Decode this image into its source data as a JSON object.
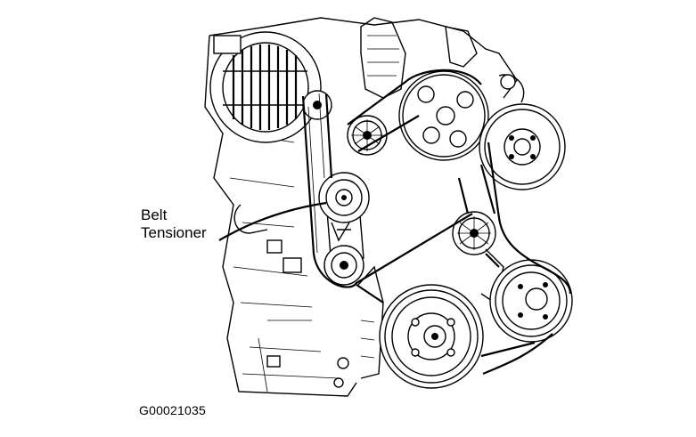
{
  "callout": {
    "line1": "Belt",
    "line2": "Tensioner"
  },
  "figure_code": "G00021035",
  "components": [
    "generator",
    "idler-pulley-upper",
    "power-steering-pulley",
    "ac-compressor-pulley",
    "belt-tensioner",
    "crankshaft-pulley",
    "water-pump-pulley",
    "idler-pulley-lower",
    "drive-belt"
  ]
}
